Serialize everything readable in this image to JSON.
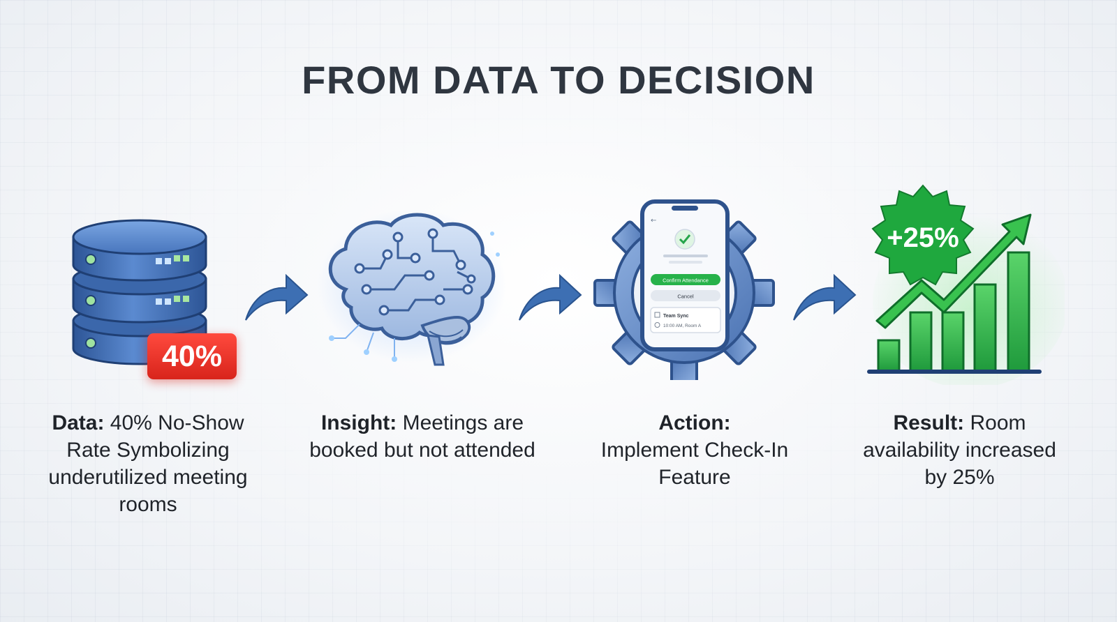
{
  "title": "FROM DATA TO DECISION",
  "colors": {
    "database_blue": "#3f6fb5",
    "badge_red": "#e2322a",
    "brain_blue": "#6b8fc6",
    "gear_blue": "#5f85c2",
    "growth_green": "#2fb04a",
    "arrow_blue": "#3d6fb3"
  },
  "steps": [
    {
      "icon": "database-icon",
      "badge": "40%",
      "label": "Data:",
      "text": "40% No-Show Rate Symbolizing underutilized meeting rooms"
    },
    {
      "icon": "brain-circuit-icon",
      "label": "Insight:",
      "text": "Meetings are booked but not attended"
    },
    {
      "icon": "gear-phone-icon",
      "phone": {
        "confirm_button": "Confirm Attendance",
        "cancel_button": "Cancel",
        "event_title": "Team Sync",
        "event_detail": "10:00 AM, Room A"
      },
      "label": "Action:",
      "text": "Implement Check-In Feature"
    },
    {
      "icon": "growth-chart-icon",
      "badge": "+25%",
      "label": "Result:",
      "text": "Room availability increased by 25%"
    }
  ]
}
